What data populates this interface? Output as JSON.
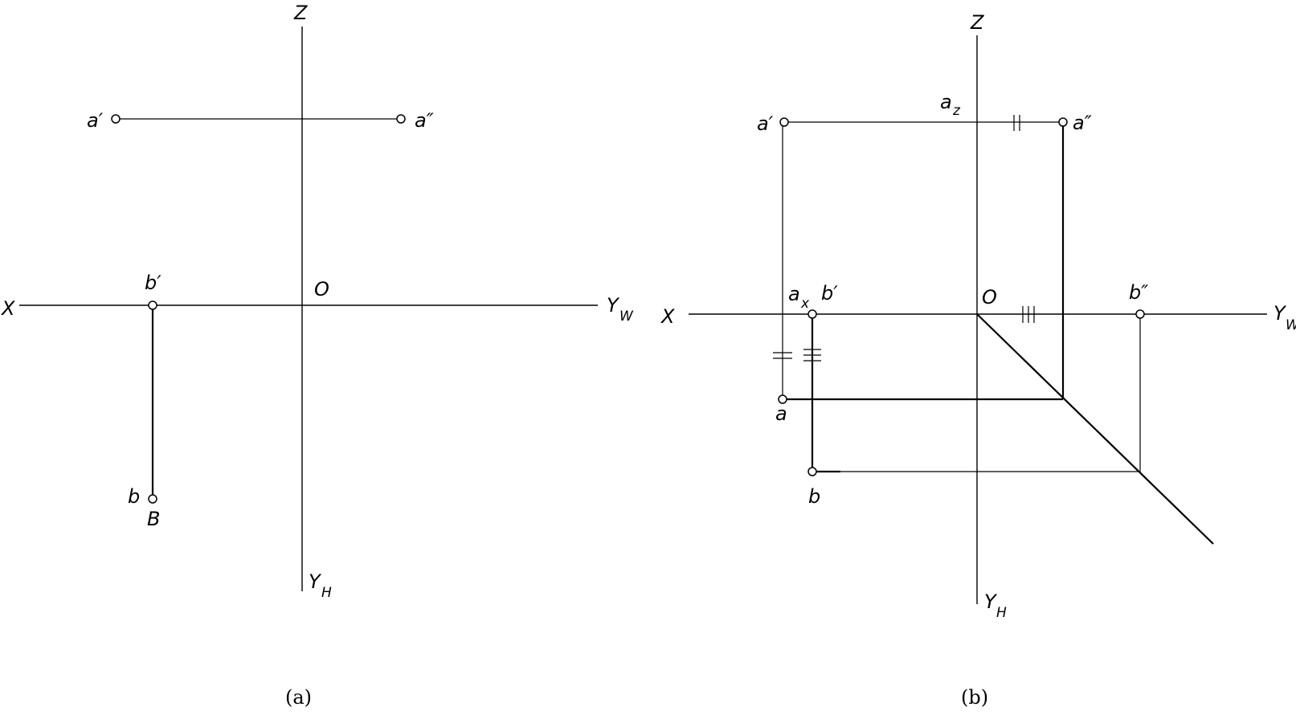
{
  "figure_a": {
    "caption": "(a)",
    "axes": {
      "z": "Z",
      "x": "X",
      "yw": "Y",
      "yw_sub": "W",
      "yh": "Y",
      "yh_sub": "H",
      "origin": "O"
    },
    "points": {
      "a1": "a′",
      "a2": "a″",
      "b1": "b′",
      "b": "b",
      "B": "B"
    }
  },
  "figure_b": {
    "caption": "(b)",
    "axes": {
      "z": "Z",
      "x": "X",
      "yw": "Y",
      "yw_sub": "W",
      "yh": "Y",
      "yh_sub": "H",
      "origin": "O"
    },
    "points": {
      "a1": "a′",
      "a2": "a″",
      "az": "a",
      "az_sub": "z",
      "ax": "a",
      "ax_sub": "x",
      "b1": "b′",
      "b2": "b″",
      "a": "a",
      "b": "b"
    }
  }
}
